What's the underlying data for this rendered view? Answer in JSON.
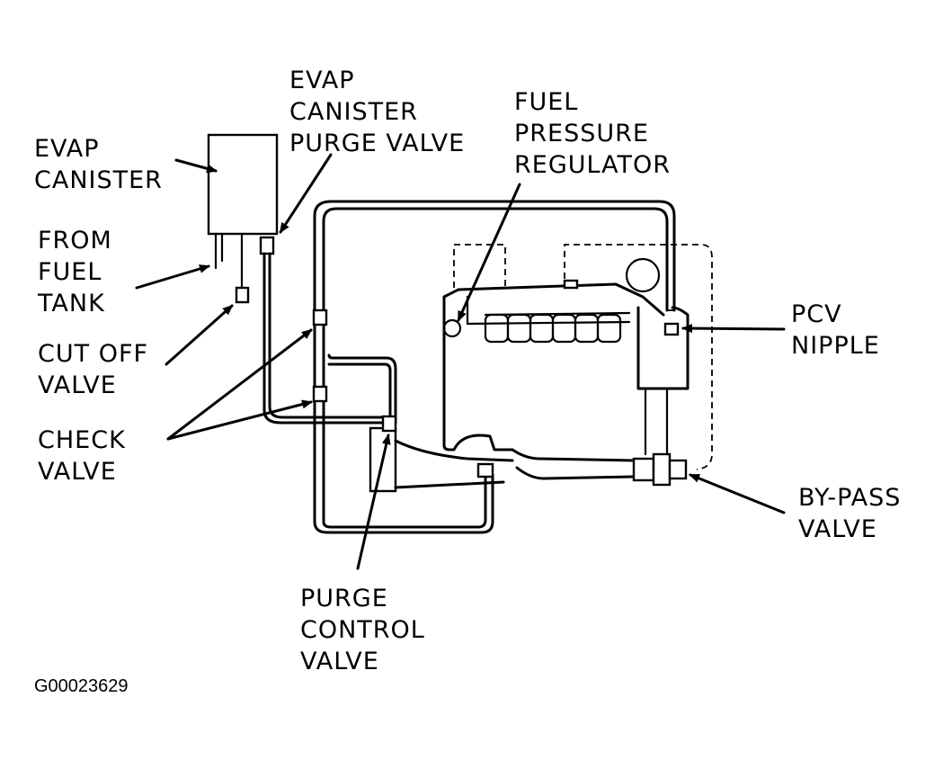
{
  "labels": {
    "evap_canister": [
      "EVAP",
      "CANISTER"
    ],
    "evap_canister_purge_valve": [
      "EVAP",
      "CANISTER",
      "PURGE VALVE"
    ],
    "fuel_pressure_regulator": [
      "FUEL",
      "PRESSURE",
      "REGULATOR"
    ],
    "from_fuel_tank": [
      "FROM",
      "FUEL",
      "TANK"
    ],
    "cut_off_valve": [
      "CUT OFF",
      "VALVE"
    ],
    "check_valve": [
      "CHECK",
      "VALVE"
    ],
    "pcv_nipple": [
      "PCV",
      "NIPPLE"
    ],
    "by_pass_valve": [
      "BY-PASS",
      "VALVE"
    ],
    "purge_control_valve": [
      "PURGE",
      "CONTROL",
      "VALVE"
    ]
  },
  "figure_id": "G00023629",
  "colors": {
    "ink": "#000000",
    "paper": "#ffffff"
  }
}
